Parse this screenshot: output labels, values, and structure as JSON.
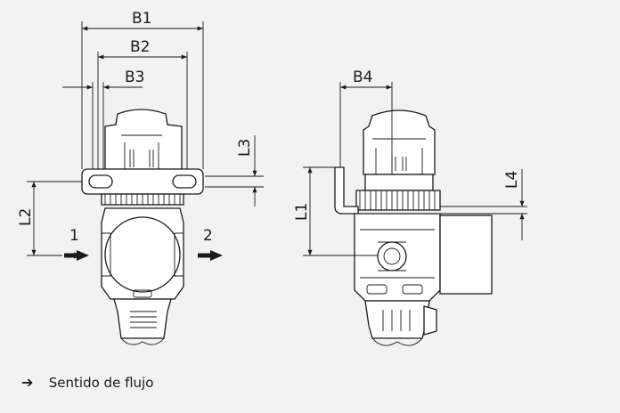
{
  "labels": {
    "B1": "B1",
    "B2": "B2",
    "B3": "B3",
    "B4": "B4",
    "L1": "L1",
    "L2": "L2",
    "L3": "L3",
    "L4": "L4",
    "port1": "1",
    "port2": "2"
  },
  "legend": {
    "icon": "arrow-right-icon",
    "text": "Sentido de flujo"
  },
  "colors": {
    "background": "#f2f2f2",
    "ink": "#1a1a1a",
    "fill": "#ffffff"
  }
}
